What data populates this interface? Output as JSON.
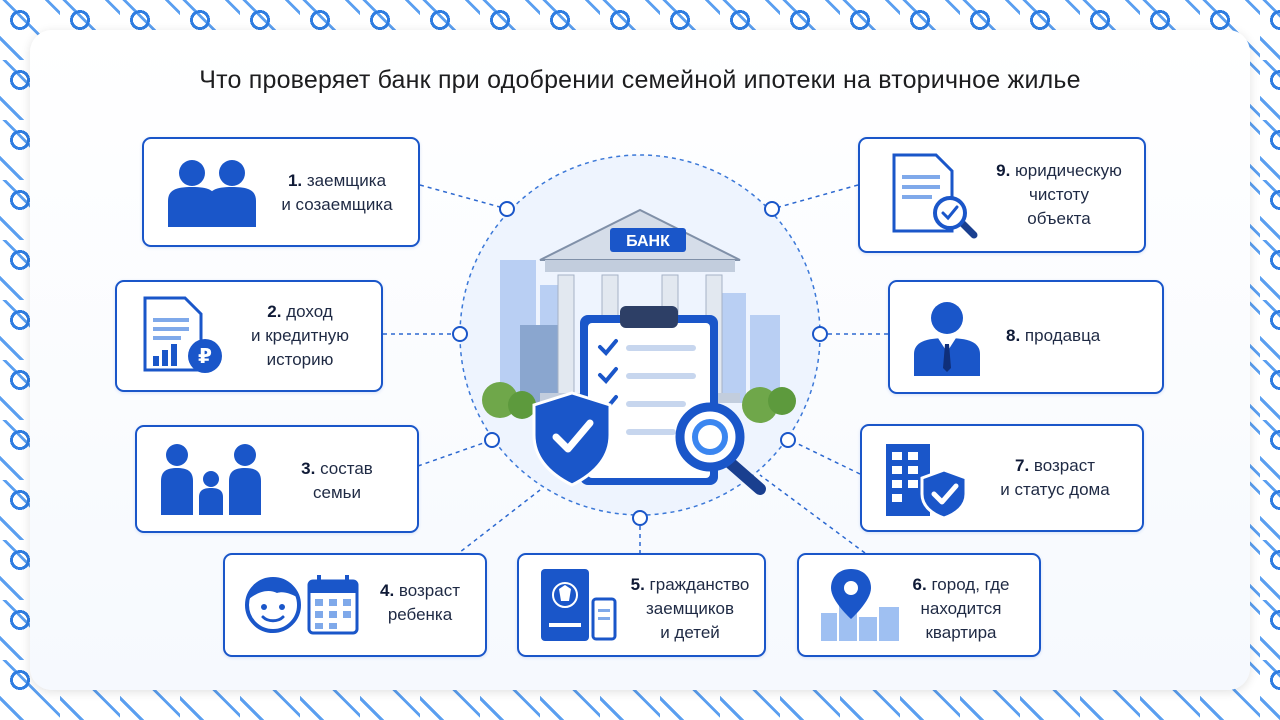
{
  "title": "Что проверяет банк при одобрении семейной ипотеки на вторичное жилье",
  "bank_sign": "БАНК",
  "items": [
    {
      "num": "1.",
      "line1": "заемщика",
      "line2": "и созаемщика",
      "line3": "",
      "icon": "people-pair-icon"
    },
    {
      "num": "2.",
      "line1": "доход",
      "line2": "и кредитную",
      "line3": "историю",
      "icon": "income-document-ruble-icon"
    },
    {
      "num": "3.",
      "line1": "состав",
      "line2": "семьи",
      "line3": "",
      "icon": "family-icon"
    },
    {
      "num": "4.",
      "line1": "возраст",
      "line2": "ребенка",
      "line3": "",
      "icon": "child-calendar-icon"
    },
    {
      "num": "5.",
      "line1": "гражданство",
      "line2": "заемщиков",
      "line3": "и детей",
      "icon": "passport-icon"
    },
    {
      "num": "6.",
      "line1": "город, где",
      "line2": "находится",
      "line3": "квартира",
      "icon": "city-location-pin-icon"
    },
    {
      "num": "7.",
      "line1": "возраст",
      "line2": "и статус дома",
      "line3": "",
      "icon": "building-shield-icon"
    },
    {
      "num": "8.",
      "line1": "продавца",
      "line2": "",
      "line3": "",
      "icon": "seller-person-icon"
    },
    {
      "num": "9.",
      "line1": "юридическую",
      "line2": "чистоту",
      "line3": "объекта",
      "icon": "document-magnifier-icon"
    }
  ]
}
